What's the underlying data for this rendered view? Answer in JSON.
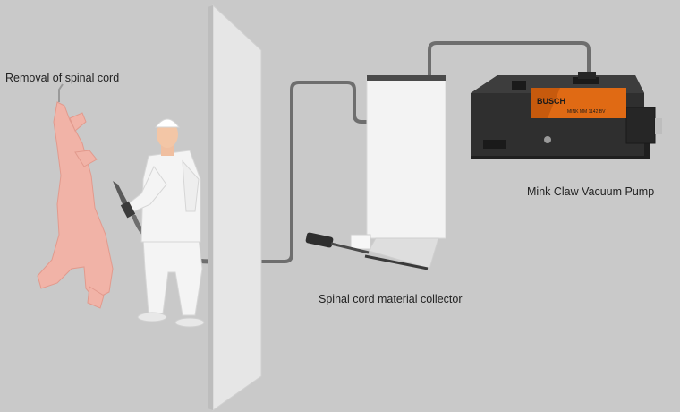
{
  "labels": {
    "removal": "Removal of spinal cord",
    "pump": "Mink Claw Vacuum Pump",
    "collector": "Spinal cord material collector"
  },
  "pump_brand": "BUSCH",
  "pump_model": "MINK MM 1142 BV",
  "colors": {
    "background": "#c9c9c9",
    "carcass": "#f1b3a7",
    "wall": "#e6e6e6",
    "hose": "#6e6e6e",
    "collector": "#f3f3f3",
    "pump_body": "#2f2f2f",
    "pump_accent": "#e06a14",
    "worker_clothes": "#f4f4f4"
  }
}
